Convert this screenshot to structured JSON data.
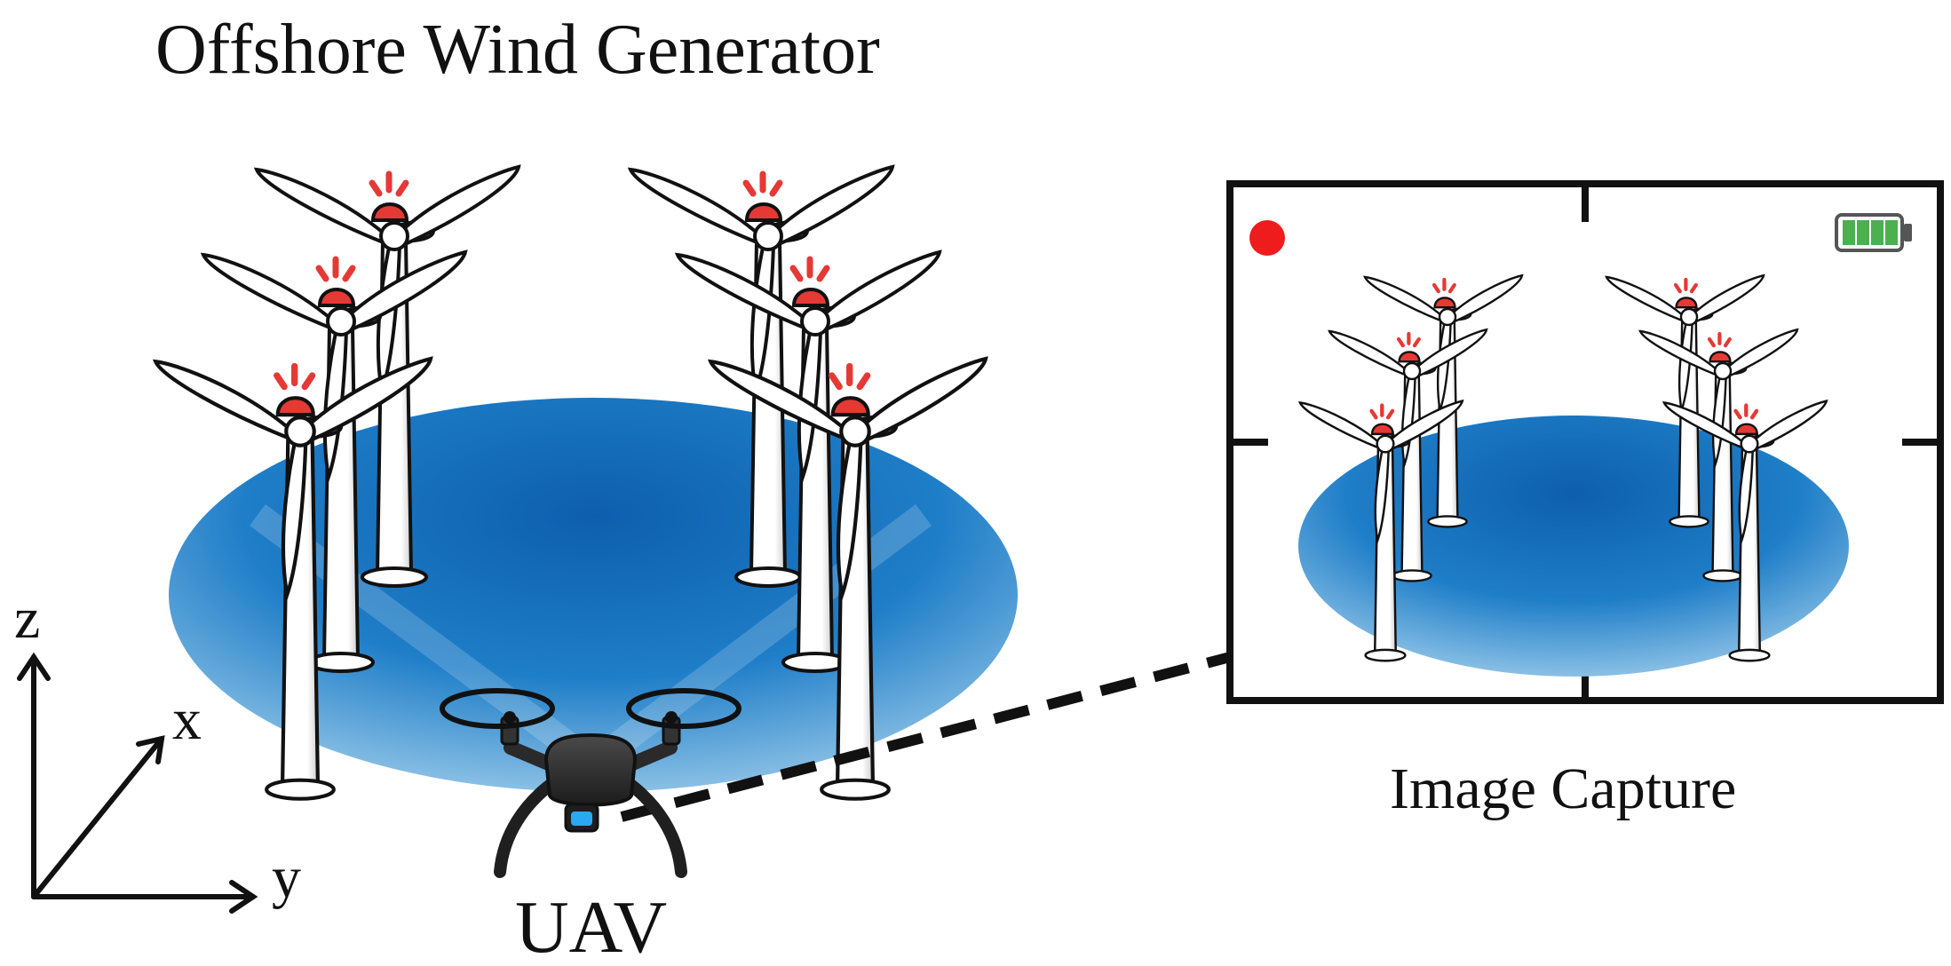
{
  "title": "Offshore Wind Generator",
  "capture_label": "Image Capture",
  "uav_label": "UAV",
  "axes": {
    "z": "z",
    "x": "x",
    "y": "y"
  },
  "icons": {
    "turbine": "wind-turbine-icon",
    "warning": "red-warning-light-icon",
    "drone": "quadcopter-drone-icon",
    "record": "record-dot-icon",
    "battery": "battery-full-icon"
  },
  "colors": {
    "sea_dark": "#0b63b4",
    "sea_light": "#8fc6ea",
    "warning": "#e53935",
    "record": "#ee1c1c",
    "battery": "#4caf50",
    "frame": "#111111"
  },
  "turbines_main": 6,
  "turbines_capture": 6,
  "battery_cells": 4
}
